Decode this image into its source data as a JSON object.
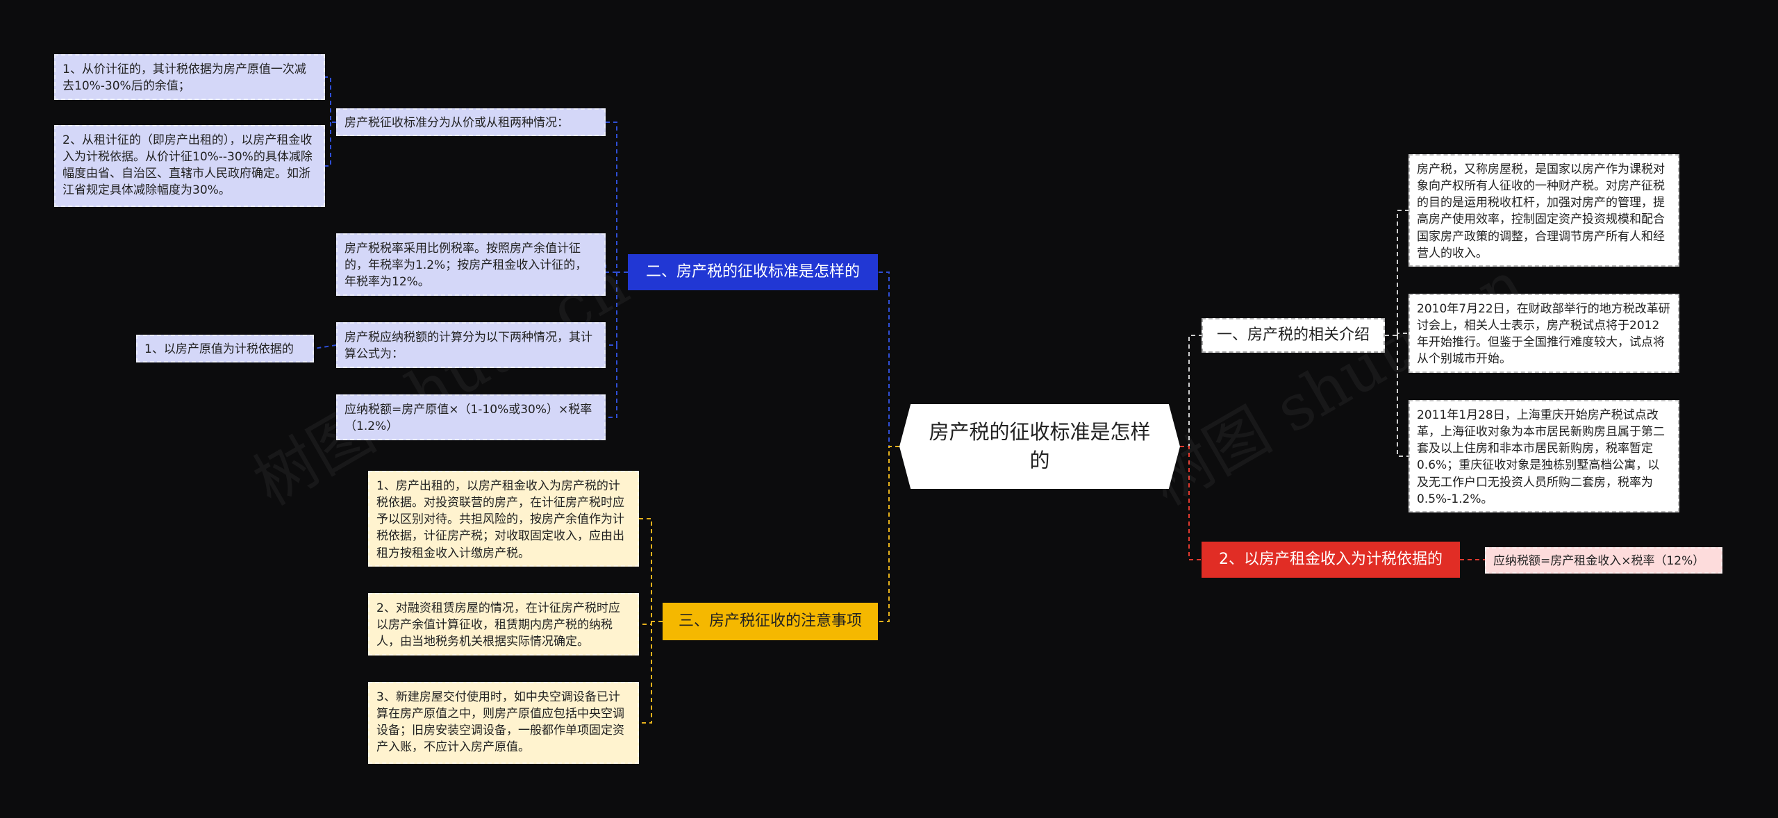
{
  "root": {
    "label": "房产税的征收标准是怎样的"
  },
  "branches": {
    "b1": {
      "label": "一、房产税的相关介绍"
    },
    "b2": {
      "label": "2、以房产租金收入为计税依据的"
    },
    "b3": {
      "label": "二、房产税的征收标准是怎样的"
    },
    "b4": {
      "label": "三、房产税征收的注意事项"
    }
  },
  "leaves": {
    "r1": "房产税，又称房屋税，是国家以房产作为课税对象向产权所有人征收的一种财产税。对房产征税的目的是运用税收杠杆，加强对房产的管理，提高房产使用效率，控制固定资产投资规模和配合国家房产政策的调整，合理调节房产所有人和经营人的收入。",
    "r2": "2010年7月22日，在财政部举行的地方税改革研讨会上，相关人士表示，房产税试点将于2012年开始推行。但鉴于全国推行难度较大，试点将从个别城市开始。",
    "r3": "2011年1月28日，上海重庆开始房产税试点改革，上海征收对象为本市居民新购房且属于第二套及以上住房和非本市居民新购房，税率暂定0.6%；重庆征收对象是独栋别墅高档公寓，以及无工作户口无投资人员所购二套房，税率为0.5%-1.2%。",
    "r4": "应纳税额=房产租金收入×税率（12%）",
    "l_std": "房产税征收标准分为从价或从租两种情况：",
    "l_std1": "1、从价计征的，其计税依据为房产原值一次减去10%-30%后的余值；",
    "l_std2": "2、从租计征的（即房产出租的），以房产租金收入为计税依据。从价计征10%--30%的具体减除幅度由省、自治区、直辖市人民政府确定。如浙江省规定具体减除幅度为30%。",
    "l_rate": "房产税税率采用比例税率。按照房产余值计征的，年税率为1.2%；按房产租金收入计征的，年税率为12%。",
    "l_calc": "房产税应纳税额的计算分为以下两种情况，其计算公式为：",
    "l_calc1": "1、以房产原值为计税依据的",
    "l_formula": "应纳税额=房产原值×（1-10%或30%）×税率（1.2%）",
    "y1": "1、房产出租的，以房产租金收入为房产税的计税依据。对投资联营的房产，在计征房产税时应予以区别对待。共担风险的，按房产余值作为计税依据，计征房产税；对收取固定收入，应由出租方按租金收入计缴房产税。",
    "y2": "2、对融资租赁房屋的情况，在计征房产税时应以房产余值计算征收，租赁期内房产税的纳税人，由当地税务机关根据实际情况确定。",
    "y3": "3、新建房屋交付使用时，如中央空调设备已计算在房产原值之中，则房产原值应包括中央空调设备；旧房安装空调设备，一般都作单项固定资产入账，不应计入房产原值。"
  },
  "watermark": [
    "树图 shutu.cn",
    "树图 shutu.cn"
  ],
  "colors": {
    "blue": "#2137d4",
    "yellow": "#f5b800",
    "red": "#e12d25",
    "blue_line": "#2f4fd6",
    "yellow_line": "#e6b21c",
    "red_line": "#e03a2f",
    "white_line": "#cfcfcf"
  }
}
